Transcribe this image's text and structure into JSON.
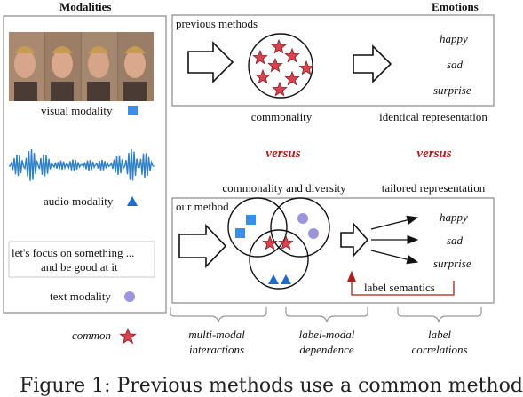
{
  "headers": {
    "modalities": "Modalities",
    "emotions": "Emotions"
  },
  "left_panel": {
    "visual_label": "visual modality",
    "audio_label": "audio modality",
    "text_line1": "let's focus on something ...",
    "text_line2": "and be good at it",
    "text_label": "text modality",
    "common_label": "common"
  },
  "previous": {
    "title": "previous methods",
    "commonality": "commonality",
    "identical": "identical representation",
    "emotions": [
      "happy",
      "sad",
      "surprise"
    ]
  },
  "versus": "versus",
  "ours": {
    "commonality_diversity": "commonality and diversity",
    "tailored": "tailored representation",
    "title": "our method",
    "emotions": [
      "happy",
      "sad",
      "surprise"
    ],
    "label_semantics": "label semantics"
  },
  "bottom_labels": {
    "multimodal_1": "multi-modal",
    "multimodal_2": "interactions",
    "labelmodal_1": "label-modal",
    "labelmodal_2": "dependence",
    "label_1": "label",
    "label_2": "correlations"
  },
  "caption": "Figure 1: Previous methods use a common method",
  "colors": {
    "star_fill": "#d9434f",
    "star_stroke": "#7a1820",
    "square": "#3a8ee6",
    "triangle": "#1d6cc9",
    "circle": "#9c95de",
    "versus": "#b11c1c",
    "waveform": "#2e7fc4",
    "semantics_arrow": "#b11c1c"
  }
}
